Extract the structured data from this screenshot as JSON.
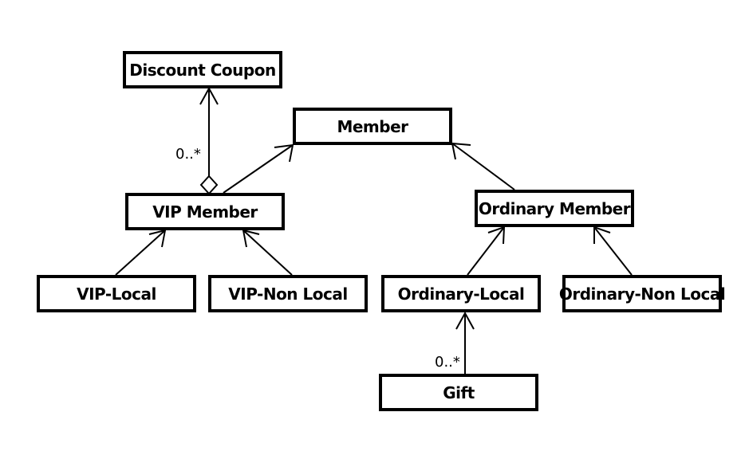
{
  "diagram": {
    "classes": {
      "discount_coupon": "Discount Coupon",
      "member": "Member",
      "vip_member": "VIP Member",
      "ordinary_member": "Ordinary Member",
      "vip_local": "VIP-Local",
      "vip_non_local": "VIP-Non Local",
      "ordinary_local": "Ordinary-Local",
      "ordinary_non_local": "Ordinary-Non Local",
      "gift": "Gift"
    },
    "multiplicities": {
      "coupon_assoc": "0..*",
      "gift_assoc": "0..*"
    },
    "relationships": [
      {
        "from": "VIP Member",
        "to": "Member",
        "kind": "generalization"
      },
      {
        "from": "Ordinary Member",
        "to": "Member",
        "kind": "generalization"
      },
      {
        "from": "VIP-Local",
        "to": "VIP Member",
        "kind": "generalization"
      },
      {
        "from": "VIP-Non Local",
        "to": "VIP Member",
        "kind": "generalization"
      },
      {
        "from": "Ordinary-Local",
        "to": "Ordinary Member",
        "kind": "generalization"
      },
      {
        "from": "Ordinary-Non Local",
        "to": "Ordinary Member",
        "kind": "generalization"
      },
      {
        "from": "VIP Member",
        "to": "Discount Coupon",
        "kind": "aggregation"
      },
      {
        "from": "Gift",
        "to": "Ordinary-Local",
        "kind": "association"
      }
    ],
    "colors": {
      "stroke": "#000000",
      "fill": "#ffffff"
    }
  }
}
